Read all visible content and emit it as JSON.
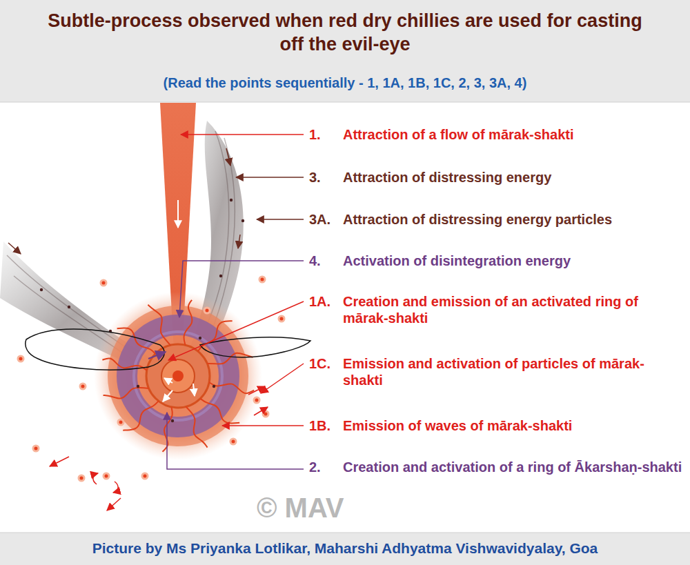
{
  "diagram": {
    "title": "Subtle-process observed when red dry chillies are used for casting off the evil-eye",
    "caption": "Picture by Ms Priyanka Lotlikar, Maharshi Adhyatma Vishwavidyalay, Goa",
    "labels": [
      "(Read the points sequentially - 1, 1A, 1B, 1C, 2, 3, 3A, 4)",
      "1.",
      "Attraction of a flow of mārak-shakti",
      "3.",
      "Attraction of distressing energy",
      "3A.",
      "Attraction of distressing energy particles",
      "4.",
      "Activation of disintegration energy",
      "1A.",
      "Creation and emission of an activated ring of mārak-shakti",
      "1C.",
      "Emission and activation of particles of mārak-shakti",
      "1B.",
      "Emission of waves of mārak-shakti",
      "2.",
      "Creation and activation of a ring of Ākarshaṇ-shakti",
      "© MAV"
    ]
  }
}
